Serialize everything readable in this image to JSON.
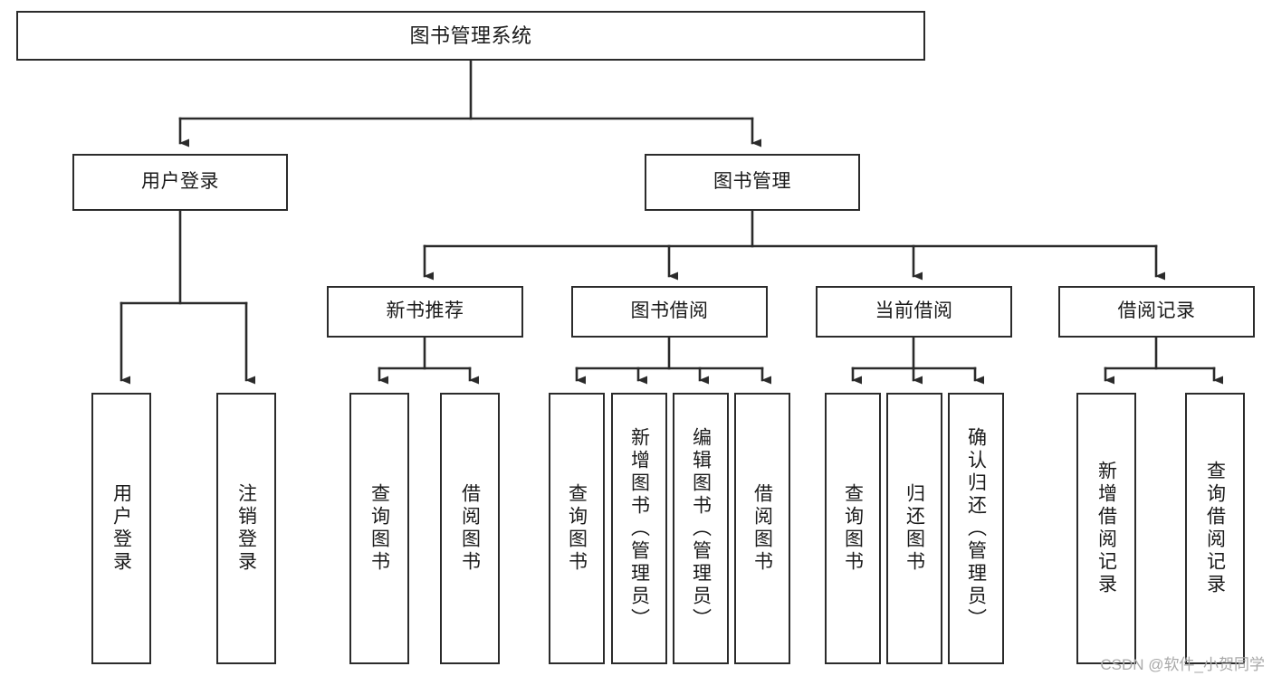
{
  "diagram": {
    "title": "图书管理系统",
    "type": "tree-hierarchy-chart",
    "orientation": "top-down",
    "line_color": "#2b2b2b",
    "box_fill": "#ffffff",
    "text_color": "#1a1a1a"
  },
  "nodes": {
    "root": {
      "label": "图书管理系统"
    },
    "level2": [
      {
        "label": "用户登录"
      },
      {
        "label": "图书管理"
      }
    ],
    "level3": [
      {
        "label": "新书推荐"
      },
      {
        "label": "图书借阅"
      },
      {
        "label": "当前借阅"
      },
      {
        "label": "借阅记录"
      }
    ],
    "leaves_user_login": [
      {
        "label": "用户登录"
      },
      {
        "label": "注销登录"
      }
    ],
    "leaves_new_book": [
      {
        "label": "查询图书"
      },
      {
        "label": "借阅图书"
      }
    ],
    "leaves_book_borrow": [
      {
        "label": "查询图书"
      },
      {
        "label": "新增图书（管理员）"
      },
      {
        "label": "编辑图书（管理员）"
      },
      {
        "label": "借阅图书"
      }
    ],
    "leaves_current_borrow": [
      {
        "label": "查询图书"
      },
      {
        "label": "归还图书"
      },
      {
        "label": "确认归还（管理员）"
      }
    ],
    "leaves_borrow_record": [
      {
        "label": "新增借阅记录"
      },
      {
        "label": "查询借阅记录"
      }
    ]
  },
  "watermark": {
    "text": "CSDN @软件_小贺同学"
  }
}
